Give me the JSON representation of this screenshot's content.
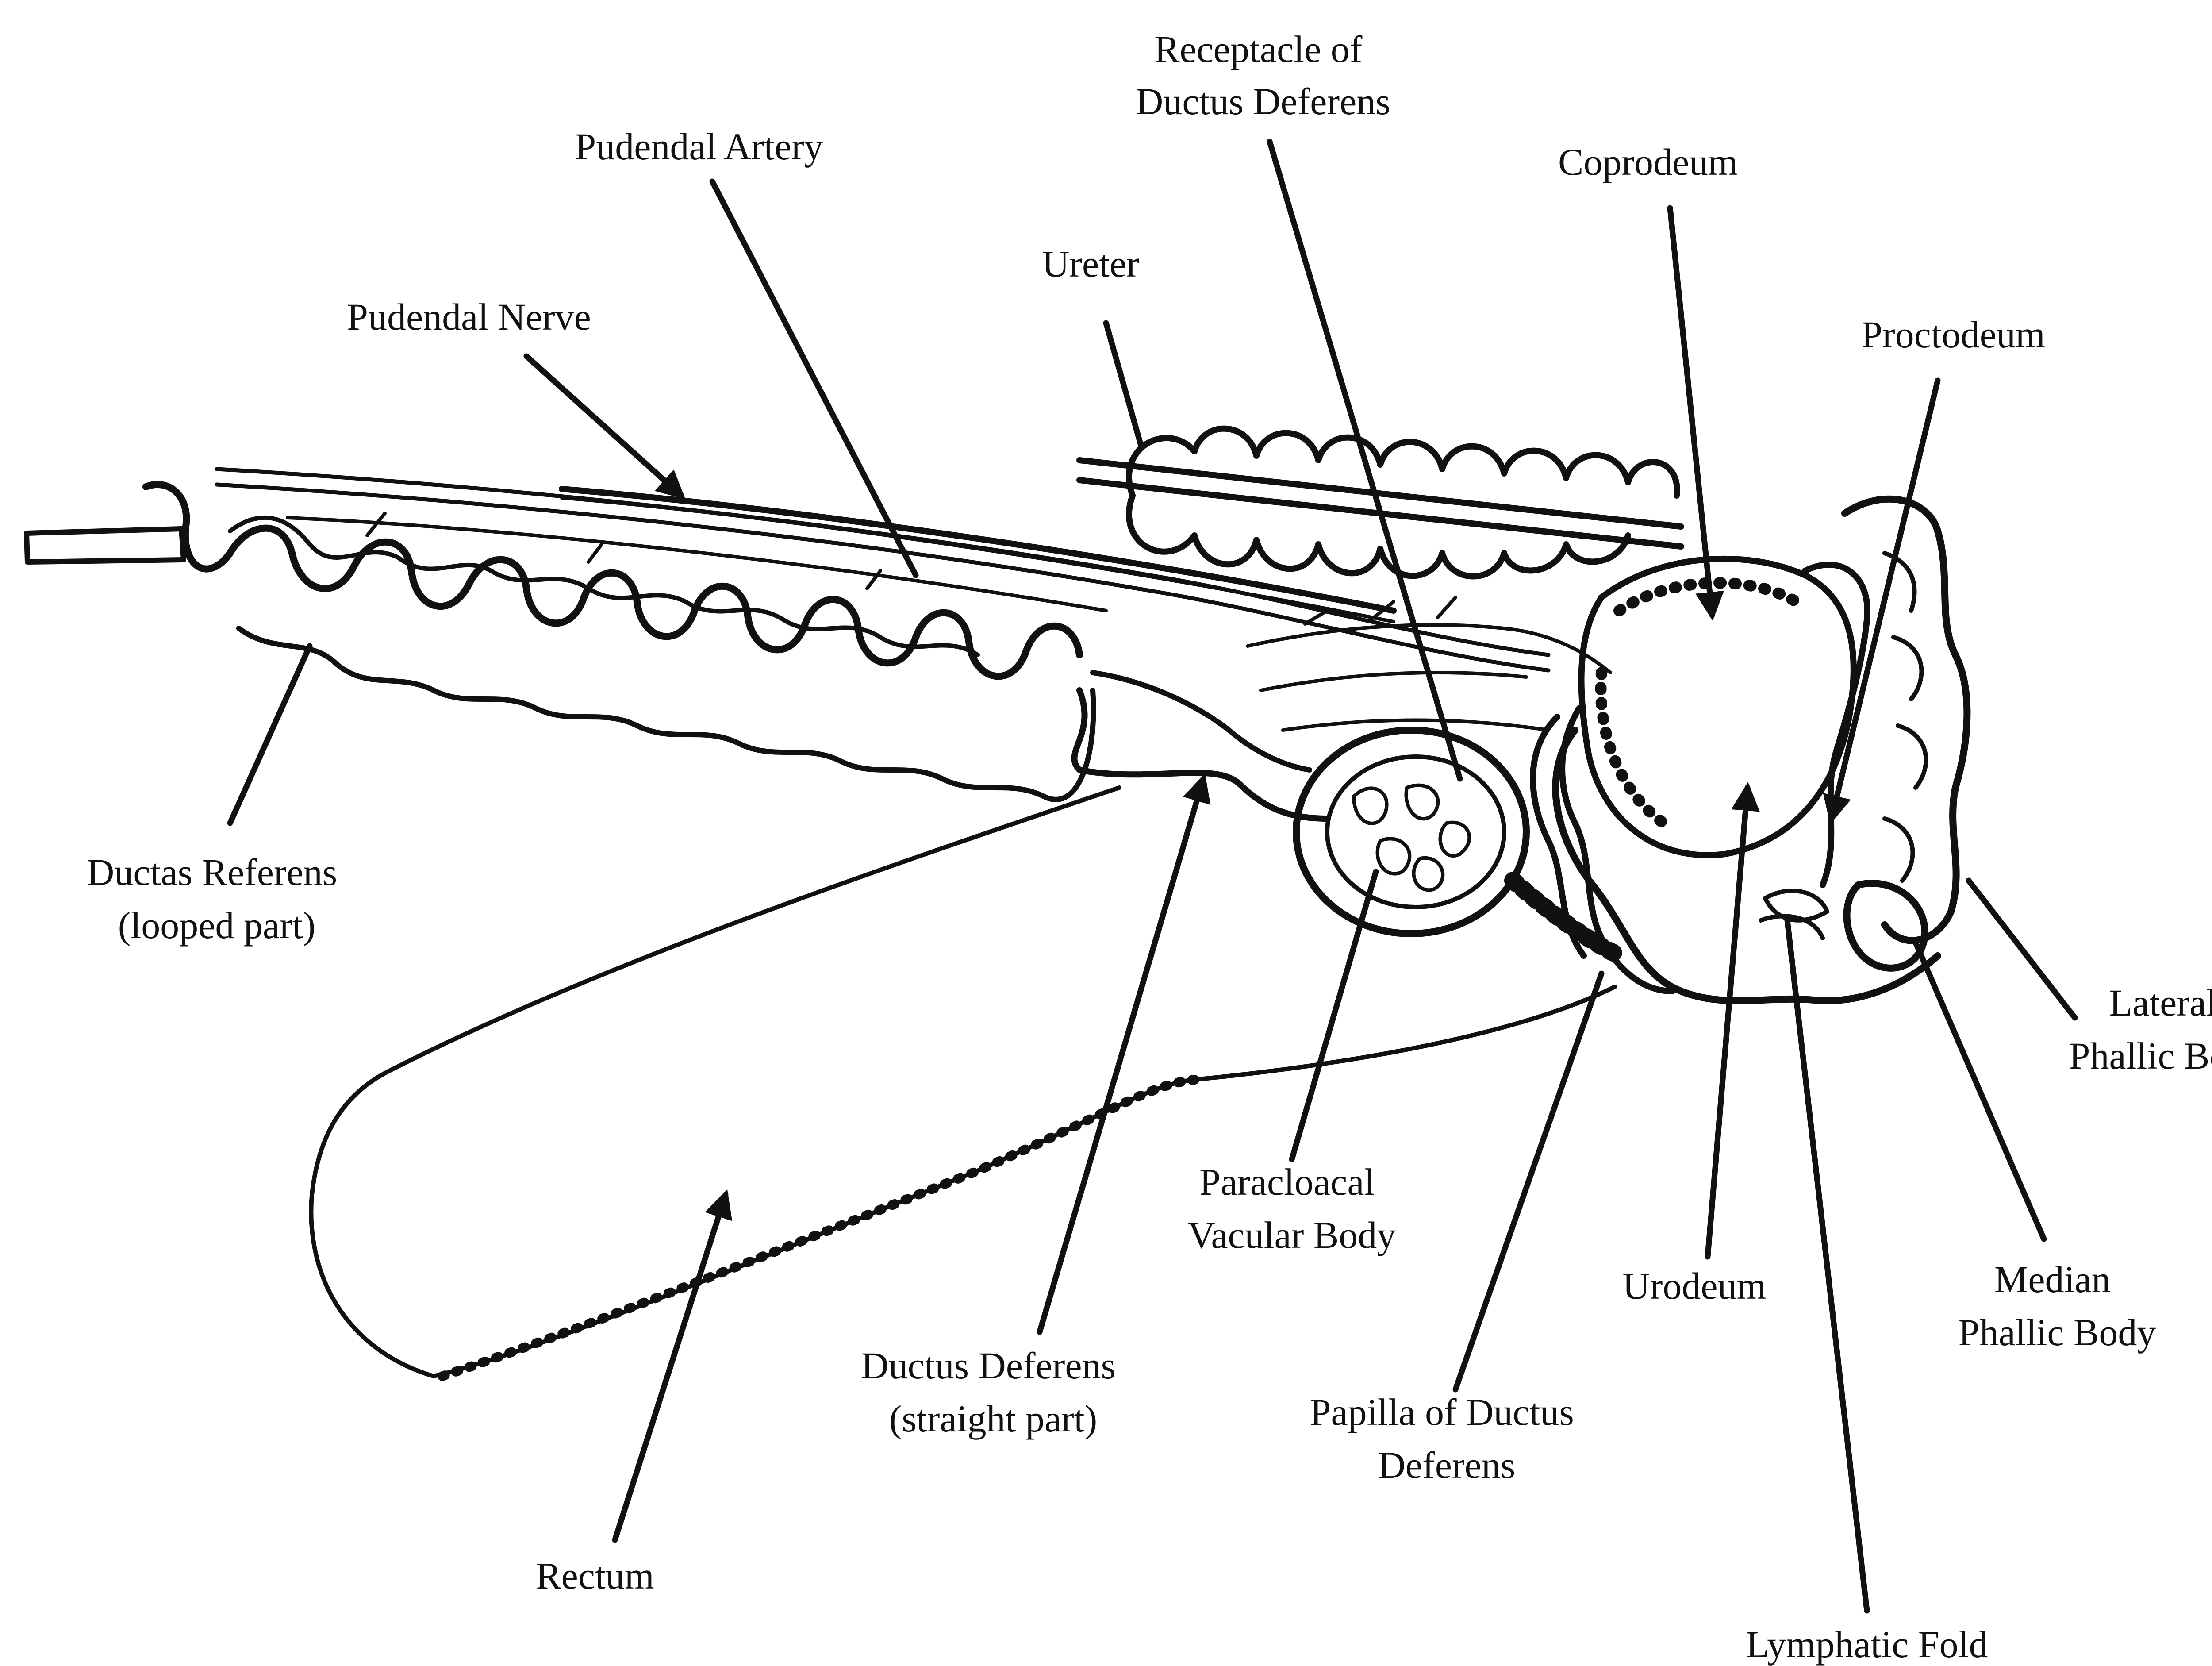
{
  "colors": {
    "ink": "#111111",
    "paper": "#ffffff"
  },
  "labels": {
    "receptacle": [
      "Receptacle of",
      "Ductus Deferens"
    ],
    "pudendal_artery": "Pudendal Artery",
    "coprodeum": "Coprodeum",
    "ureter": "Ureter",
    "pudendal_nerve": "Pudendal Nerve",
    "proctodeum": "Proctodeum",
    "ductas_referens": [
      "Ductas Referens",
      "(looped part)"
    ],
    "lateral_phallic": [
      "Lateral",
      "Phallic Body"
    ],
    "paracloacal": [
      "Paracloacal",
      "Vacular Body"
    ],
    "urodeum": "Urodeum",
    "median_phallic": [
      "Median",
      "Phallic Body"
    ],
    "ductus_straight": [
      "Ductus Deferens",
      "(straight part)"
    ],
    "papilla": [
      "Papilla of Ductus",
      "Deferens"
    ],
    "rectum": "Rectum",
    "lymphatic_fold": "Lymphatic Fold"
  }
}
